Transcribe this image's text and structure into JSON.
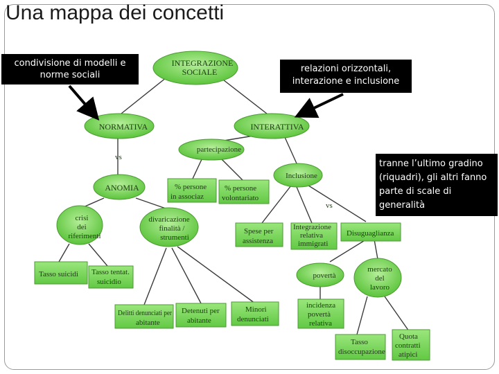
{
  "title": "Una mappa dei concetti",
  "callouts": {
    "left": "condivisione di modelli e norme sociali",
    "middle": "relazioni orizzontali, interazione e inclusione",
    "right": "tranne l’ultimo gradino (riquadri), gli altri fanno parte di scale di generalità"
  },
  "nodes": {
    "integrazione": [
      "INTEGRAZIONE",
      "SOCIALE"
    ],
    "normativa": [
      "NORMATIVA"
    ],
    "interattiva": [
      "INTERATTIVA"
    ],
    "partecipazione": [
      "partecipazione"
    ],
    "anomia": [
      "ANOMIA"
    ],
    "inclusione": [
      "Inclusione"
    ],
    "crisi": [
      "crisi",
      "dei",
      "riferimenti"
    ],
    "divaricazione": [
      "divaricazione",
      "finalità /",
      "strumenti"
    ],
    "poverta": [
      "povertà"
    ],
    "mercato": [
      "mercato",
      "del",
      "lavoro"
    ]
  },
  "boxes": {
    "persone_associaz": [
      "% persone",
      "in associaz"
    ],
    "persone_volont": [
      "% persone",
      "volontariato"
    ],
    "tasso_suicidi": [
      "Tasso suicidi"
    ],
    "tasso_tentat": [
      "Tasso tentat.",
      "suicidio"
    ],
    "spese": [
      "Spese per",
      "assistenza"
    ],
    "integrazione_immigrati": [
      "Integrazione",
      "relativa",
      "immigrati"
    ],
    "disuguaglianza": [
      "Disuguaglianza"
    ],
    "delitti": [
      "Delitti denunciati per",
      "abitante"
    ],
    "detenuti": [
      "Detenuti per",
      "abitante"
    ],
    "minori": [
      "Minori",
      "denunciati"
    ],
    "incidenza": [
      "incidenza",
      "povertà",
      "relativa"
    ],
    "tasso_disocc": [
      "Tasso",
      "disoccupazione"
    ],
    "quota": [
      "Quota",
      "contratti",
      "atipici"
    ]
  },
  "vs_labels": [
    "vs",
    "vs"
  ],
  "colors": {
    "node": "#7bd65a",
    "box": "#7bd65a",
    "line": "#3a3a3a",
    "callout": "#000000"
  }
}
